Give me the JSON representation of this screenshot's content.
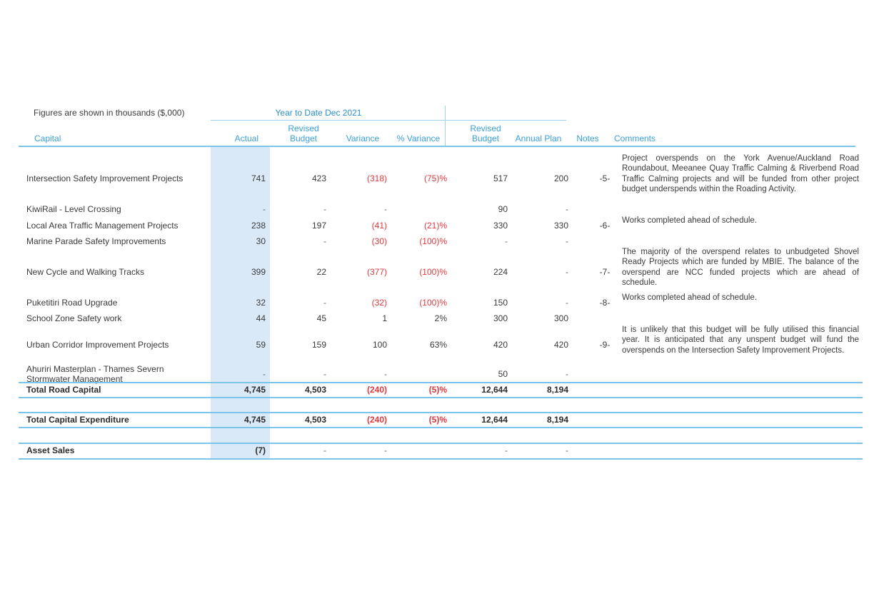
{
  "header": {
    "figures_note": "Figures are shown in thousands ($,000)",
    "ytd_title": "Year to Date Dec 2021"
  },
  "columns": {
    "capital": "Capital",
    "actual": "Actual",
    "revised_budget_1": [
      "Revised",
      "Budget"
    ],
    "variance": "Variance",
    "pct_variance": "% Variance",
    "revised_budget_2": [
      "Revised",
      "Budget"
    ],
    "annual_plan": "Annual Plan",
    "notes": "Notes",
    "comments": "Comments"
  },
  "rows": [
    {
      "name": [
        "Intersection Safety Improvement Projects"
      ],
      "actual": "741",
      "revised_budget": "423",
      "variance": "(318)",
      "pct_variance": "(75)%",
      "revised_budget_2": "517",
      "annual_plan": "200",
      "note": "-5-",
      "comment": "Project overspends on the York Avenue/Auckland Road Roundabout, Meeanee Quay Traffic Calming & Riverbend Road Traffic Calming projects and will be funded from other project budget underspends within the Roading Activity."
    },
    {
      "name": [
        "KiwiRail - Level Crossing"
      ],
      "actual": "-",
      "revised_budget": "-",
      "variance": "-",
      "pct_variance": "",
      "revised_budget_2": "90",
      "annual_plan": "-",
      "note": "",
      "comment": ""
    },
    {
      "name": [
        "Local Area Traffic Management Projects"
      ],
      "actual": "238",
      "revised_budget": "197",
      "variance": "(41)",
      "pct_variance": "(21)%",
      "revised_budget_2": "330",
      "annual_plan": "330",
      "note": "-6-",
      "comment": "Works completed ahead of schedule."
    },
    {
      "name": [
        "Marine Parade Safety Improvements"
      ],
      "actual": "30",
      "revised_budget": "-",
      "variance": "(30)",
      "pct_variance": "(100)%",
      "revised_budget_2": "-",
      "annual_plan": "-",
      "note": "",
      "comment": ""
    },
    {
      "name": [
        "New Cycle and Walking Tracks"
      ],
      "actual": "399",
      "revised_budget": "22",
      "variance": "(377)",
      "pct_variance": "(100)%",
      "revised_budget_2": "224",
      "annual_plan": "-",
      "note": "-7-",
      "comment": "The majority of the overspend relates to unbudgeted Shovel Ready Projects which are funded by MBIE. The balance of the overspend are NCC funded projects which are ahead of schedule."
    },
    {
      "name": [
        "Puketitiri Road Upgrade"
      ],
      "actual": "32",
      "revised_budget": "-",
      "variance": "(32)",
      "pct_variance": "(100)%",
      "revised_budget_2": "150",
      "annual_plan": "-",
      "note": "-8-",
      "comment": "Works completed ahead of schedule."
    },
    {
      "name": [
        "School Zone Safety work"
      ],
      "actual": "44",
      "revised_budget": "45",
      "variance": "1",
      "pct_variance": "2%",
      "revised_budget_2": "300",
      "annual_plan": "300",
      "note": "",
      "comment": ""
    },
    {
      "name": [
        "Urban Corridor Improvement Projects"
      ],
      "actual": "59",
      "revised_budget": "159",
      "variance": "100",
      "pct_variance": "63%",
      "revised_budget_2": "420",
      "annual_plan": "420",
      "note": "-9-",
      "comment": "It is unlikely that this budget will be fully utilised this financial year. It is anticipated that any unspent budget will fund the overspends on the Intersection Safety Improvement Projects."
    },
    {
      "name": [
        "Ahuriri Masterplan - Thames Severn",
        "Stormwater Management"
      ],
      "actual": "-",
      "revised_budget": "-",
      "variance": "-",
      "pct_variance": "",
      "revised_budget_2": "50",
      "annual_plan": "-",
      "note": "",
      "comment": ""
    }
  ],
  "totals": [
    {
      "name": "Total Road Capital",
      "actual": "4,745",
      "revised_budget": "4,503",
      "variance": "(240)",
      "pct_variance": "(5)%",
      "revised_budget_2": "12,644",
      "annual_plan": "8,194"
    },
    {
      "name": "Total Capital Expenditure",
      "actual": "4,745",
      "revised_budget": "4,503",
      "variance": "(240)",
      "pct_variance": "(5)%",
      "revised_budget_2": "12,644",
      "annual_plan": "8,194"
    },
    {
      "name": "Asset Sales",
      "actual": "(7)",
      "revised_budget": "-",
      "variance": "-",
      "pct_variance": "",
      "revised_budget_2": "-",
      "annual_plan": "-"
    }
  ],
  "colors": {
    "accent": "#3aa0d8",
    "negative": "#e0393e",
    "band": "#d9e9f8"
  }
}
